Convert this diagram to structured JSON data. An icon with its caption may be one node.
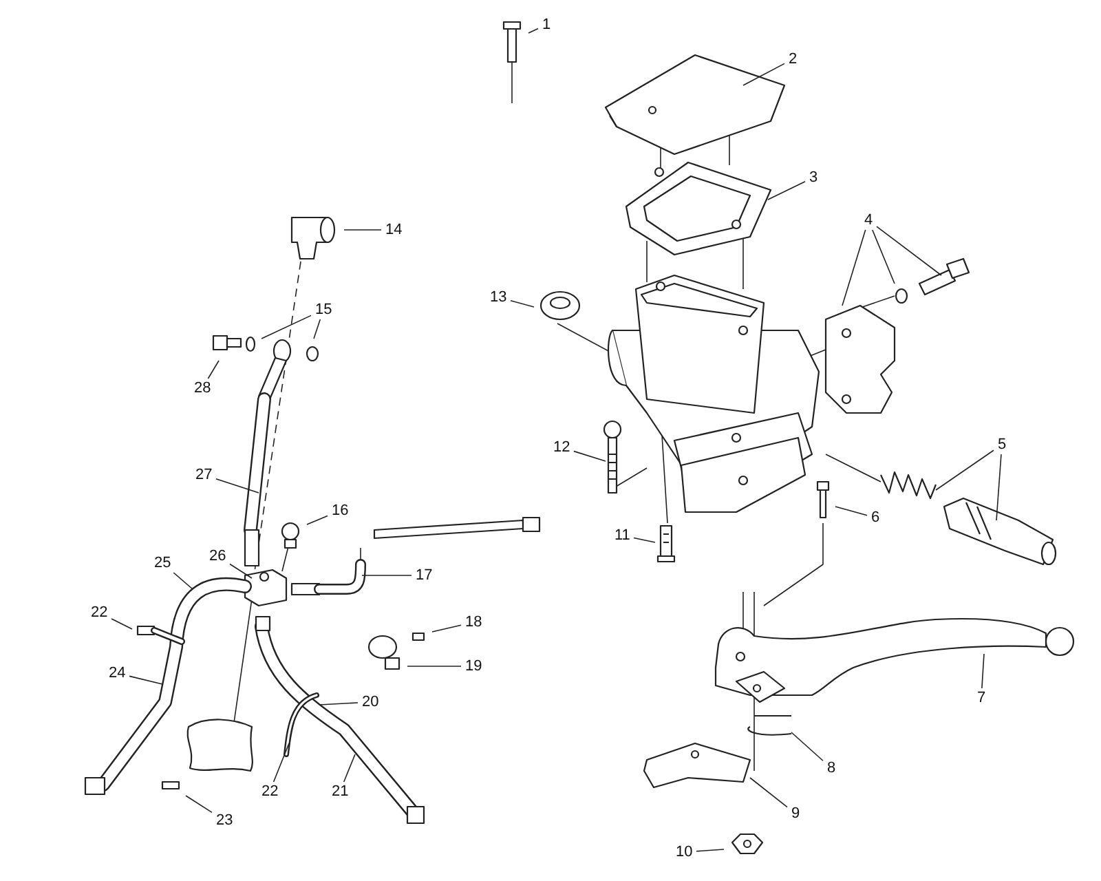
{
  "diagram": {
    "nodes": [
      {
        "text": [
          "1"
        ]
      },
      {
        "text": [
          "2"
        ]
      },
      {
        "text": [
          "3"
        ]
      },
      {
        "text": [
          "4"
        ]
      },
      {
        "text": [
          "5"
        ]
      },
      {
        "text": [
          "6"
        ]
      },
      {
        "text": [
          "7"
        ]
      },
      {
        "text": [
          "8"
        ]
      },
      {
        "text": [
          "9"
        ]
      },
      {
        "text": [
          "10"
        ]
      },
      {
        "text": [
          "11"
        ]
      },
      {
        "text": [
          "12"
        ]
      },
      {
        "text": [
          "13"
        ]
      },
      {
        "text": [
          "14"
        ]
      },
      {
        "text": [
          "15"
        ]
      },
      {
        "text": [
          "16"
        ]
      },
      {
        "text": [
          "17"
        ]
      },
      {
        "text": [
          "18"
        ]
      },
      {
        "text": [
          "19"
        ]
      },
      {
        "text": [
          "20"
        ]
      },
      {
        "text": [
          "21"
        ]
      },
      {
        "text": [
          "22"
        ]
      },
      {
        "text": [
          "22"
        ]
      },
      {
        "text": [
          "23"
        ]
      },
      {
        "text": [
          "24"
        ]
      },
      {
        "text": [
          "25"
        ]
      },
      {
        "text": [
          "26"
        ]
      },
      {
        "text": [
          "27"
        ]
      },
      {
        "text": [
          "28"
        ]
      }
    ],
    "edges": [
      {
        "from": 0,
        "to": null,
        "arrow": "none"
      },
      {
        "from": 1,
        "to": null,
        "arrow": "none"
      },
      {
        "from": 2,
        "to": null,
        "arrow": "none"
      },
      {
        "from": 3,
        "to": null,
        "arrow": "none"
      },
      {
        "from": 3,
        "to": null,
        "arrow": "none"
      },
      {
        "from": 3,
        "to": null,
        "arrow": "none"
      },
      {
        "from": 4,
        "to": null,
        "arrow": "none"
      },
      {
        "from": 4,
        "to": null,
        "arrow": "none"
      },
      {
        "from": 5,
        "to": null,
        "arrow": "none"
      },
      {
        "from": 6,
        "to": null,
        "arrow": "none"
      },
      {
        "from": 7,
        "to": null,
        "arrow": "none"
      },
      {
        "from": 8,
        "to": null,
        "arrow": "none"
      },
      {
        "from": 9,
        "to": null,
        "arrow": "none"
      },
      {
        "from": 10,
        "to": null,
        "arrow": "none"
      },
      {
        "from": 11,
        "to": null,
        "arrow": "none"
      },
      {
        "from": 12,
        "to": null,
        "arrow": "none"
      },
      {
        "from": 13,
        "to": null,
        "arrow": "none"
      },
      {
        "from": 14,
        "to": null,
        "arrow": "none"
      },
      {
        "from": 14,
        "to": null,
        "arrow": "none"
      },
      {
        "from": 15,
        "to": null,
        "arrow": "none"
      },
      {
        "from": 16,
        "to": null,
        "arrow": "none"
      },
      {
        "from": 17,
        "to": null,
        "arrow": "none"
      },
      {
        "from": 18,
        "to": null,
        "arrow": "none"
      },
      {
        "from": 19,
        "to": null,
        "arrow": "none"
      },
      {
        "from": 20,
        "to": null,
        "arrow": "none"
      },
      {
        "from": 21,
        "to": null,
        "arrow": "none"
      },
      {
        "from": 22,
        "to": null,
        "arrow": "none"
      },
      {
        "from": 23,
        "to": null,
        "arrow": "none"
      },
      {
        "from": 24,
        "to": null,
        "arrow": "none"
      },
      {
        "from": 25,
        "to": null,
        "arrow": "none"
      },
      {
        "from": 26,
        "to": null,
        "arrow": "none"
      },
      {
        "from": 27,
        "to": null,
        "arrow": "none"
      },
      {
        "from": 28,
        "to": null,
        "arrow": "none"
      }
    ]
  }
}
